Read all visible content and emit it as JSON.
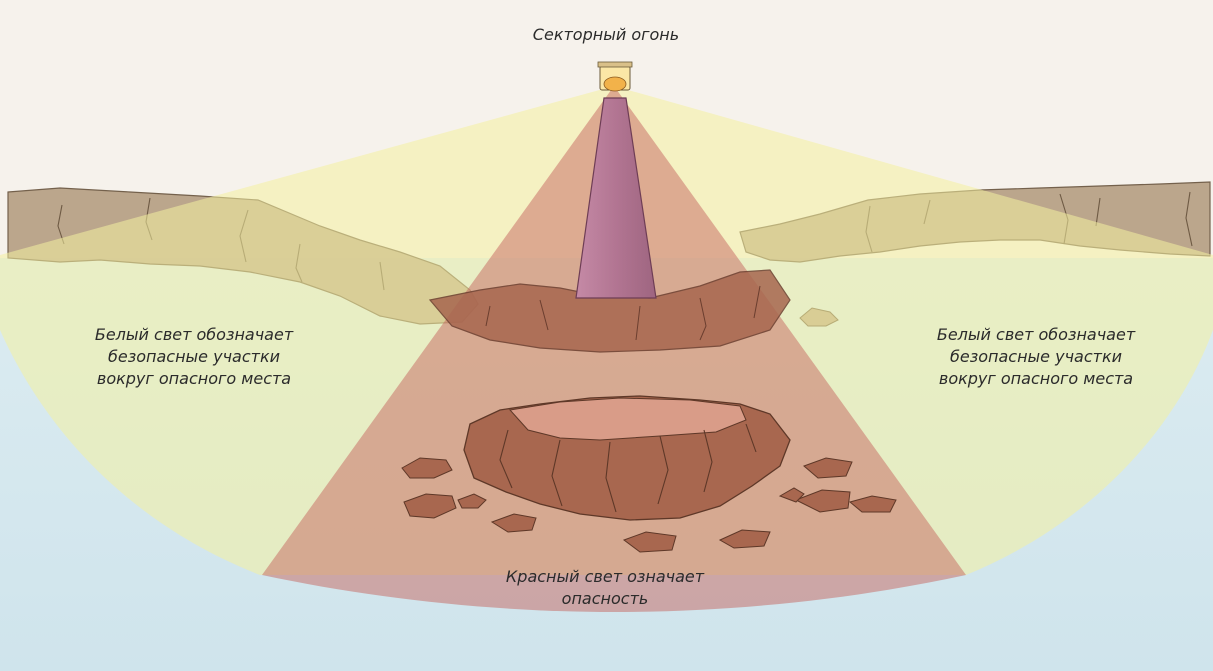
{
  "labels": {
    "sector_light": "Секторный огонь",
    "white_left": {
      "line1": "Белый свет обозначает",
      "line2": "безопасные участки",
      "line3": "вокруг опасного места"
    },
    "white_right": {
      "line1": "Белый свет обозначает",
      "line2": "безопасные участки",
      "line3": "вокруг опасного места"
    },
    "red": {
      "line1": "Красный свет означает",
      "line2": "опасность"
    }
  },
  "colors": {
    "sky": "#f6f2ec",
    "sea": "#d6e8ef",
    "white_sector": "#f3ef9c",
    "red_sector": "#c96a66",
    "rock": "#a6896a",
    "rock_red": "#a25f4e",
    "tower": "#b87c9a"
  }
}
